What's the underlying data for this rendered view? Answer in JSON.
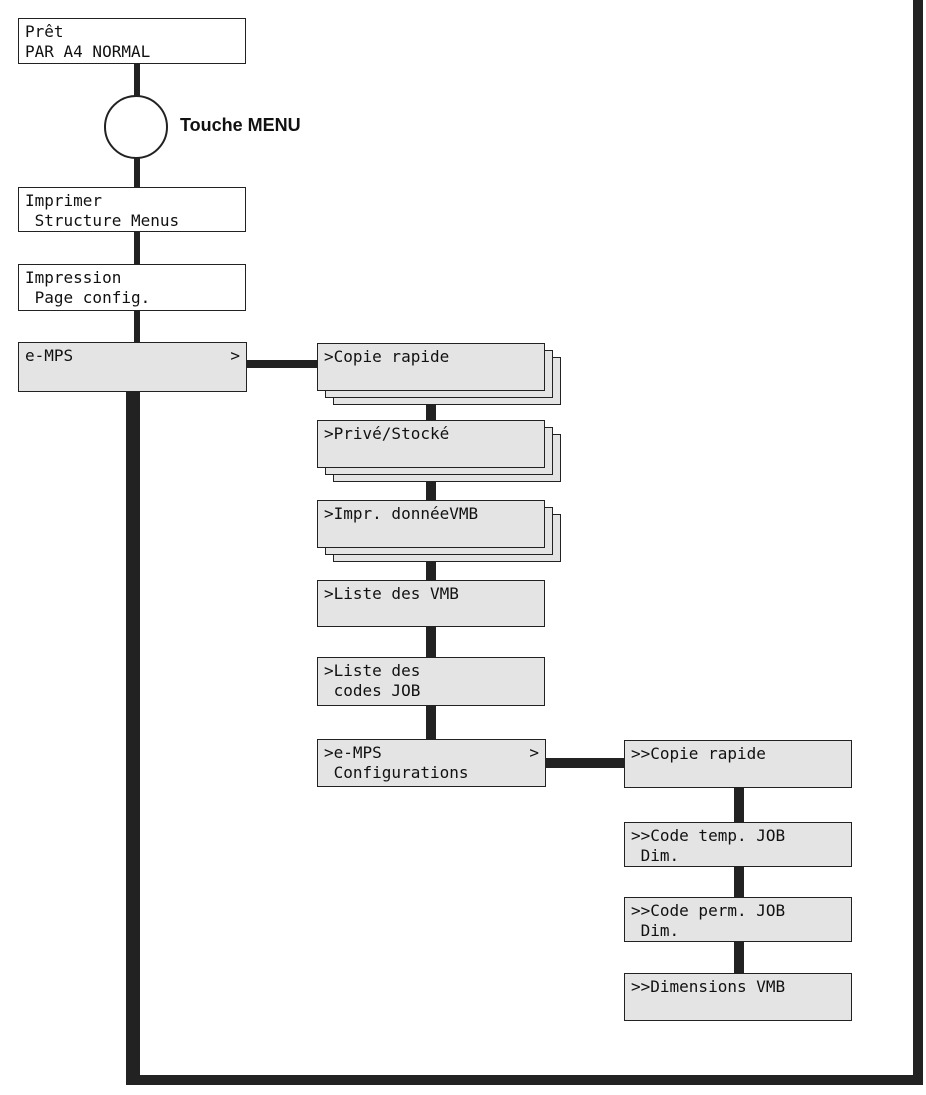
{
  "start": {
    "line1": "Prêt",
    "line2": "PAR A4 NORMAL"
  },
  "menu_key": {
    "label": "Touche MENU"
  },
  "main_menu": {
    "print_menu_map": {
      "line1": "Imprimer",
      "line2": " Structure Menus"
    },
    "status_page": {
      "line1": "Impression",
      "line2": " Page config."
    },
    "emps": {
      "line1": "e-MPS",
      "arrow": ">"
    }
  },
  "emps_submenu": {
    "quick_copy": {
      "line1": ">Copie rapide"
    },
    "private_stored": {
      "line1": ">Privé/Stocké"
    },
    "virtual_mailbox_print": {
      "line1": ">Impr. donnéeVMB"
    },
    "vmb_list": {
      "line1": ">Liste des VMB"
    },
    "job_code_list": {
      "line1": ">Liste des",
      "line2": " codes JOB"
    },
    "emps_config": {
      "line1": ">e-MPS",
      "arrow": ">",
      "line2": " Configurations"
    }
  },
  "config_submenu": {
    "quick_copy": {
      "line1": ">>Copie rapide"
    },
    "temp_job_code": {
      "line1": ">>Code temp. JOB",
      "line2": " Dim."
    },
    "perm_job_code": {
      "line1": ">>Code perm. JOB",
      "line2": " Dim."
    },
    "vmb_dimensions": {
      "line1": ">>Dimensions VMB"
    }
  },
  "colors": {
    "line": "#222222",
    "box_gray": "#e4e4e4",
    "box_white": "#ffffff"
  }
}
